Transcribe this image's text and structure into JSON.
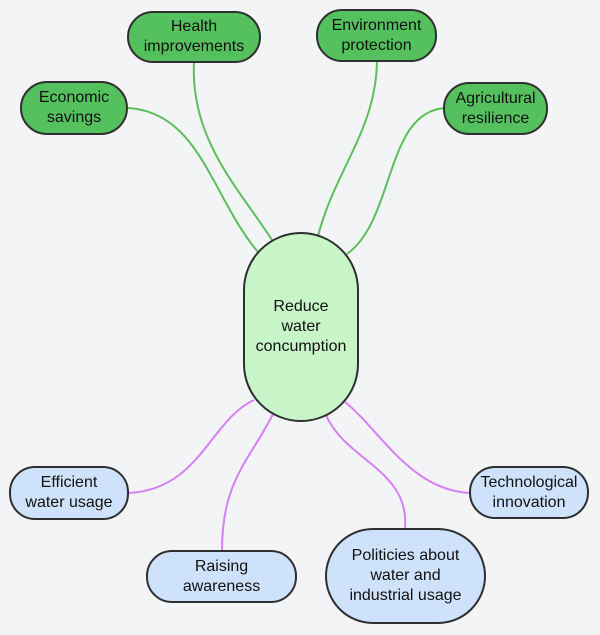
{
  "center": {
    "label": "Reduce\nwater\nconcumption"
  },
  "colors": {
    "background": "#f3f4f6",
    "top_node_fill": "#55c15e",
    "top_link": "#5cbf5c",
    "bottom_node_fill": "#cfe2fb",
    "bottom_link": "#d77ff5",
    "center_fill": "#c8f5c8"
  },
  "top_nodes": [
    {
      "label": "Economic\nsavings"
    },
    {
      "label": "Health\nimprovements"
    },
    {
      "label": "Environment\nprotection"
    },
    {
      "label": "Agricultural\nresilience"
    }
  ],
  "bottom_nodes": [
    {
      "label": "Efficient\nwater usage"
    },
    {
      "label": "Raising\nawareness"
    },
    {
      "label": "Politicies about\nwater and\nindustrial usage"
    },
    {
      "label": "Technological\ninnovation"
    }
  ]
}
